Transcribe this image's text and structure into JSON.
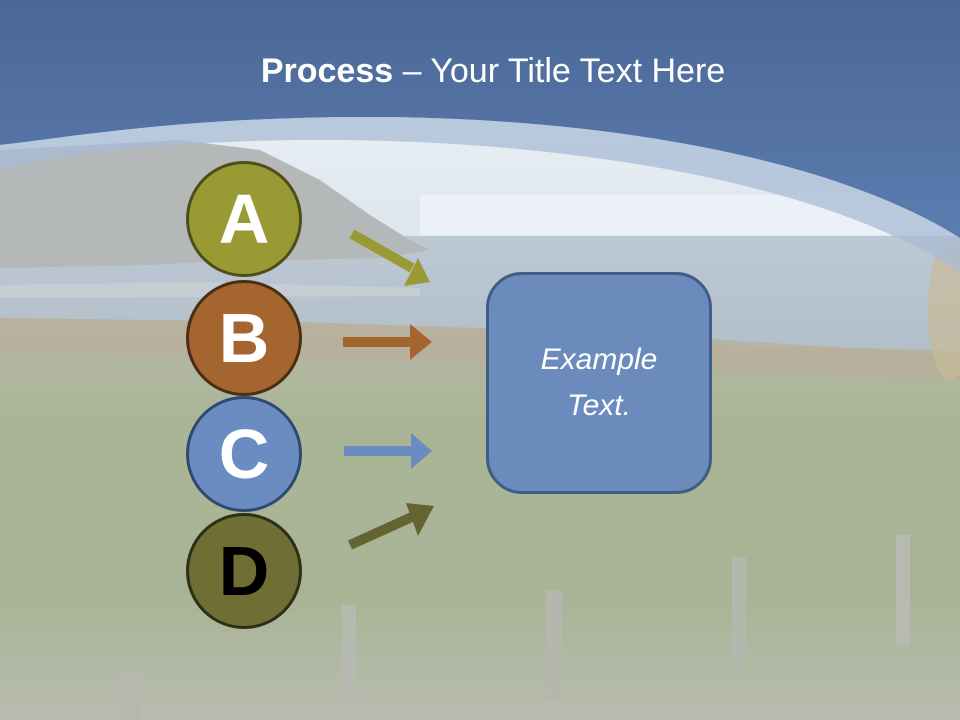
{
  "slide": {
    "title": {
      "bold": "Process",
      "rest": " – Your Title Text Here"
    },
    "steps": [
      {
        "letter": "A",
        "fill": "#9a9a34",
        "border": "#4e4e1a",
        "text_color": "#ffffff",
        "arrow_color": "#9a9a34",
        "arrow_direction": "down-right"
      },
      {
        "letter": "B",
        "fill": "#a5652f",
        "border": "#4a2e14",
        "text_color": "#ffffff",
        "arrow_color": "#a5652f",
        "arrow_direction": "right"
      },
      {
        "letter": "C",
        "fill": "#6a8cc0",
        "border": "#2f4a72",
        "text_color": "#ffffff",
        "arrow_color": "#6a8cc0",
        "arrow_direction": "right"
      },
      {
        "letter": "D",
        "fill": "#6f6e34",
        "border": "#2e2e14",
        "text_color": "#000000",
        "arrow_color": "#646432",
        "arrow_direction": "up-right"
      }
    ],
    "target_box": {
      "line1": "Example",
      "line2": "Text.",
      "fill": "#6a8bbb",
      "border": "#3f5d85"
    },
    "colors": {
      "header_blue": "#5b79aa",
      "sky": "#e6eef5",
      "field": "#a9b595"
    }
  }
}
